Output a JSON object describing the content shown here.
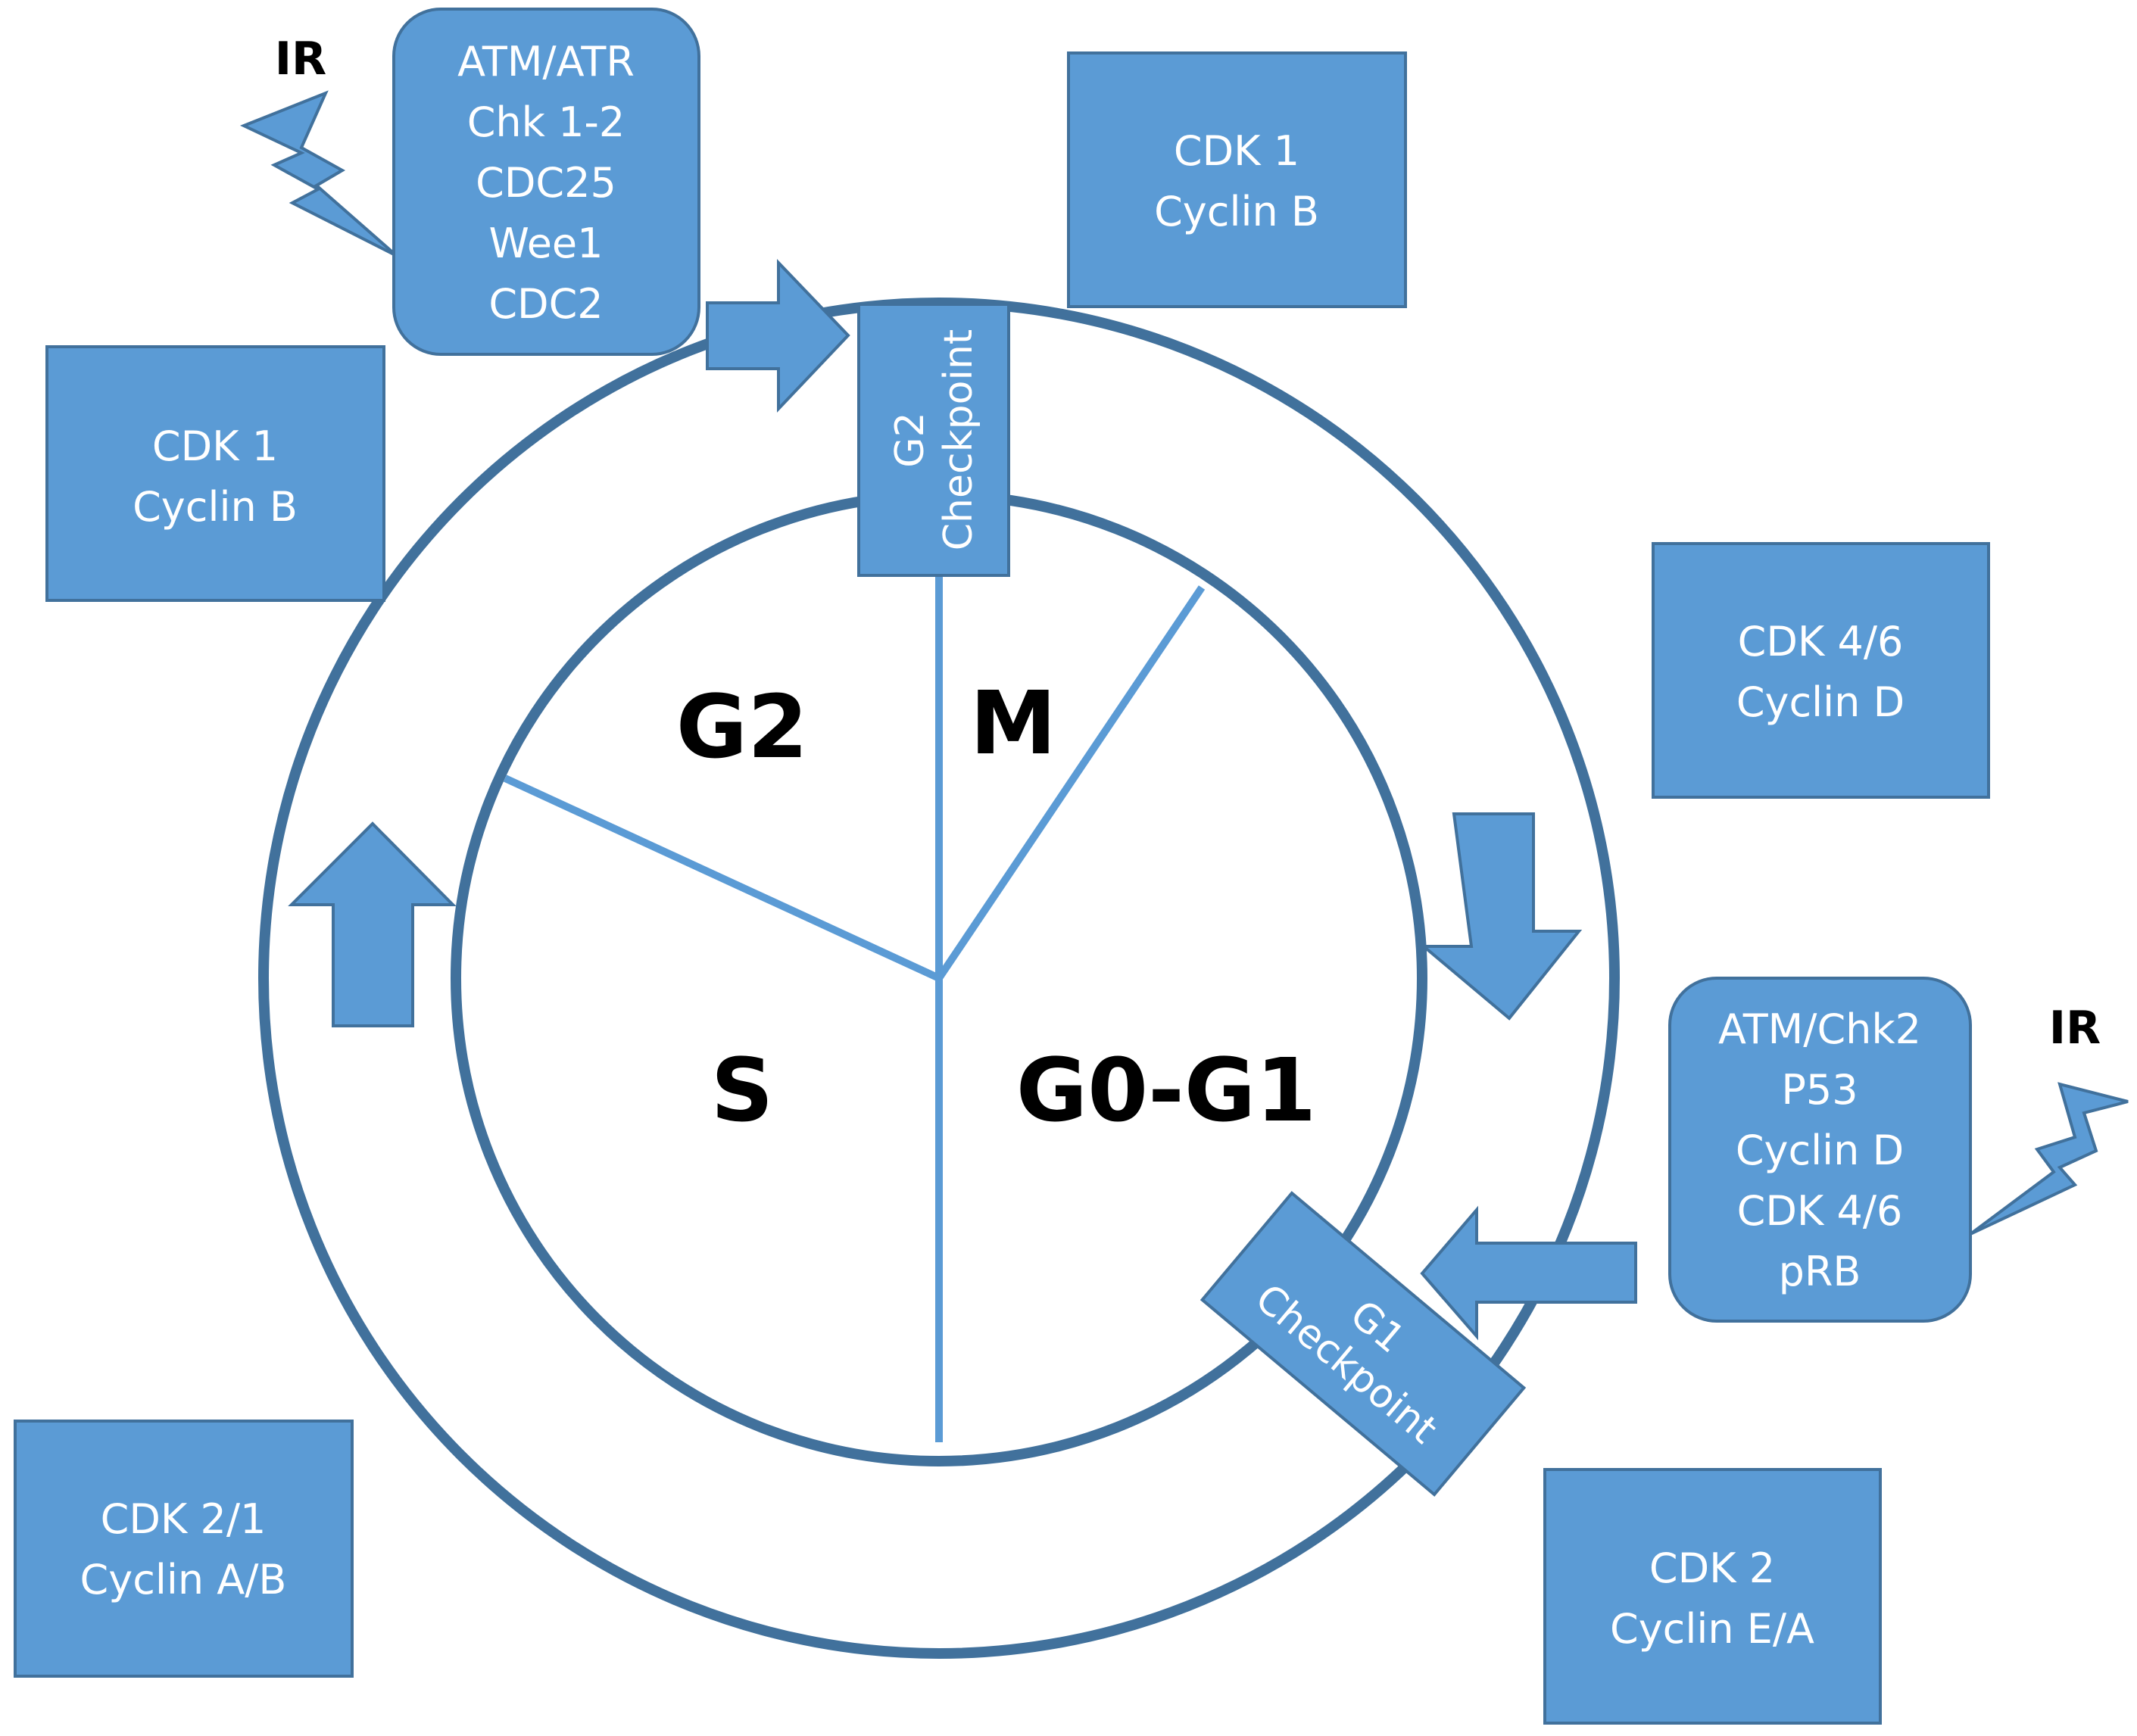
{
  "colors": {
    "box_fill": "#5b9bd5",
    "box_stroke": "#41719c",
    "ring_stroke": "#41719c",
    "divider": "#5b9bd5",
    "box_text": "#ffffff",
    "phase_text": "#000000"
  },
  "phases": {
    "g2": "G2",
    "m": "M",
    "s": "S",
    "g0_g1": "G0-G1"
  },
  "checkpoints": {
    "g2": [
      "G2",
      "Checkpoint"
    ],
    "g1": [
      "G1",
      "Checkpoint"
    ]
  },
  "ir_labels": {
    "top": "IR",
    "right": "IR"
  },
  "regulator_boxes": {
    "g2_regulators": [
      "ATM/ATR",
      "Chk 1-2",
      "CDC25",
      "Wee1",
      "CDC2"
    ],
    "g1_regulators": [
      "ATM/Chk2",
      "P53",
      "Cyclin D",
      "CDK 4/6",
      "pRB"
    ]
  },
  "complex_boxes": {
    "top_center": [
      "CDK 1",
      "Cyclin B"
    ],
    "top_left": [
      "CDK 1",
      "Cyclin B"
    ],
    "right_upper": [
      "CDK 4/6",
      "Cyclin D"
    ],
    "bottom_left": [
      "CDK 2/1",
      "Cyclin A/B"
    ],
    "bottom_right": [
      "CDK 2",
      "Cyclin E/A"
    ]
  },
  "icons": {
    "lightning": "lightning-bolt-icon",
    "arrow": "block-arrow-icon"
  }
}
